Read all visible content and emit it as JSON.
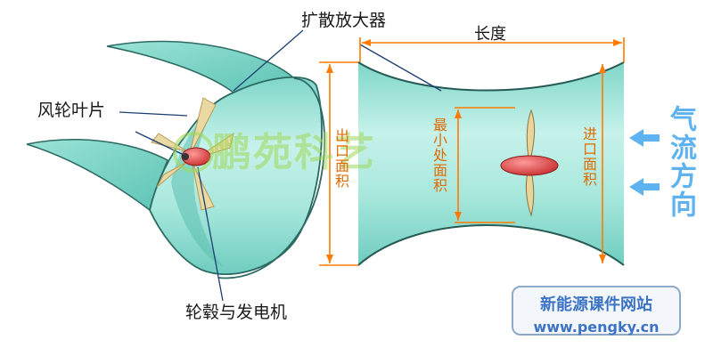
{
  "labels": {
    "diffuser": "扩散放大器",
    "length": "长度",
    "blade": "风轮叶片",
    "hub_generator": "轮毂与发电机",
    "outlet_area": "出口面积",
    "min_area": "最小处面积",
    "inlet_area": "进口面积",
    "airflow_direction": "气流方向"
  },
  "watermark": "鹏苑科艺",
  "site": {
    "name": "新能源课件网站",
    "url": "www.pengky.cn"
  },
  "colors": {
    "shell": "#86dccd",
    "shell_inner": "#bff0e6",
    "outline": "#255a55",
    "dimension": "#ff7a00",
    "arrow_blue": "#5fb2f0",
    "hub": "#e04a4a",
    "blade": "#e9d59a"
  }
}
